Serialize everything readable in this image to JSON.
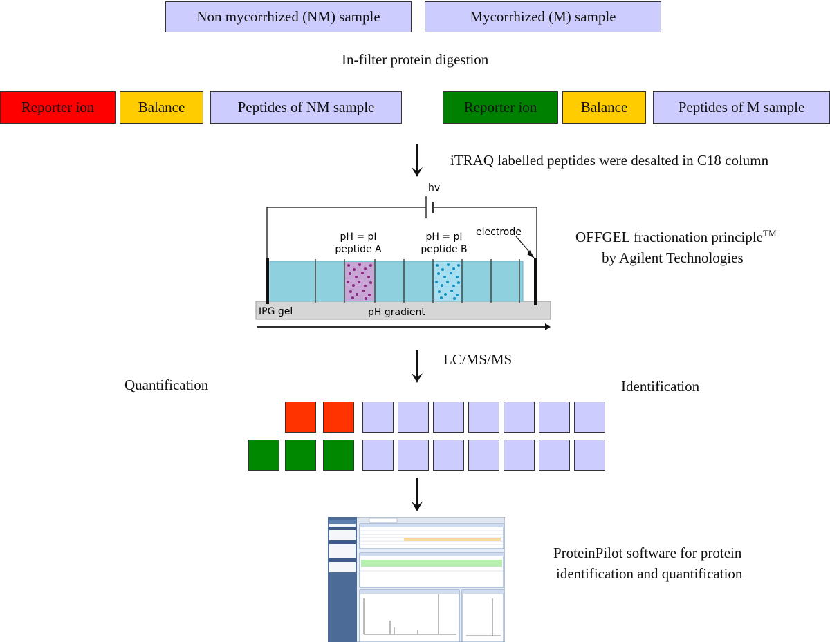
{
  "samples": {
    "nm": "Non mycorrhized (NM) sample",
    "m": "Mycorrhized (M) sample"
  },
  "step1": "In-filter protein digestion",
  "labels_nm": {
    "reporter": "Reporter ion",
    "balance": "Balance",
    "peptides": "Peptides of NM sample"
  },
  "labels_m": {
    "reporter": "Reporter ion",
    "balance": "Balance",
    "peptides": "Peptides of M sample"
  },
  "step2": "iTRAQ labelled peptides were desalted in C18 column",
  "offgel": {
    "hv": "hv",
    "peptide_a_line1": "pH = pI",
    "peptide_a_line2": "peptide A",
    "peptide_b_line1": "pH = pI",
    "peptide_b_line2": "peptide B",
    "electrode": "electrode",
    "ipg_gel": "IPG gel",
    "ph_gradient": "pH gradient"
  },
  "offgel_caption": {
    "line1": "OFFGEL fractionation principle",
    "tm": "TM",
    "line2": "by Agilent Technologies"
  },
  "step3": "LC/MS/MS",
  "quantification": "Quantification",
  "identification": "Identification",
  "software_caption": {
    "line1": "ProteinPilot software for protein",
    "line2": "identification and quantification"
  },
  "colors": {
    "lavender": "#ccccff",
    "red": "#ff0000",
    "yellow": "#ffcc00",
    "green": "#008000",
    "gel_blue": "#8fd0de"
  }
}
